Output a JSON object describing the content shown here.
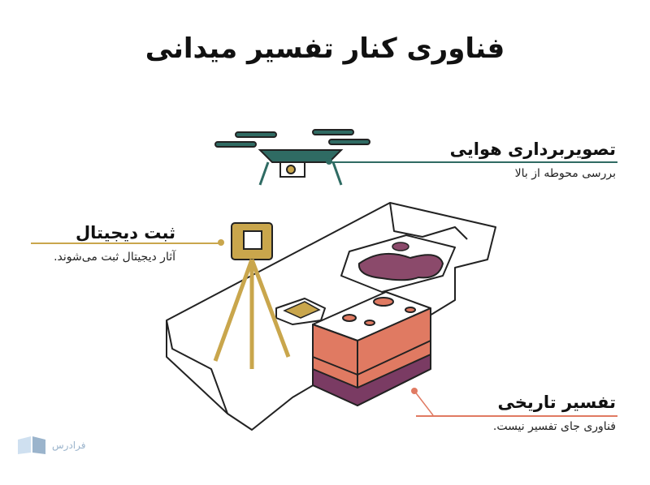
{
  "title": "فناوری کنار تفسیر میدانی",
  "labels": {
    "drone": {
      "heading": "تصویربرداری هوایی",
      "sub": "بررسی محوطه از بالا"
    },
    "scan": {
      "heading": "ثبت دیجیتال",
      "sub": "آثار دیجیتال ثبت می‌شوند."
    },
    "history": {
      "heading": "تفسیر تاریخی",
      "sub": "فناوری جای تفسیر نیست."
    }
  },
  "logo": {
    "text": "فرادرس"
  },
  "colors": {
    "drone": "#2f6b63",
    "scanner": "#c9a64c",
    "soil": "#e07a62",
    "soilDark": "#7a3b63",
    "pit": "#8b4a6b",
    "line": "#b8b8b8"
  }
}
